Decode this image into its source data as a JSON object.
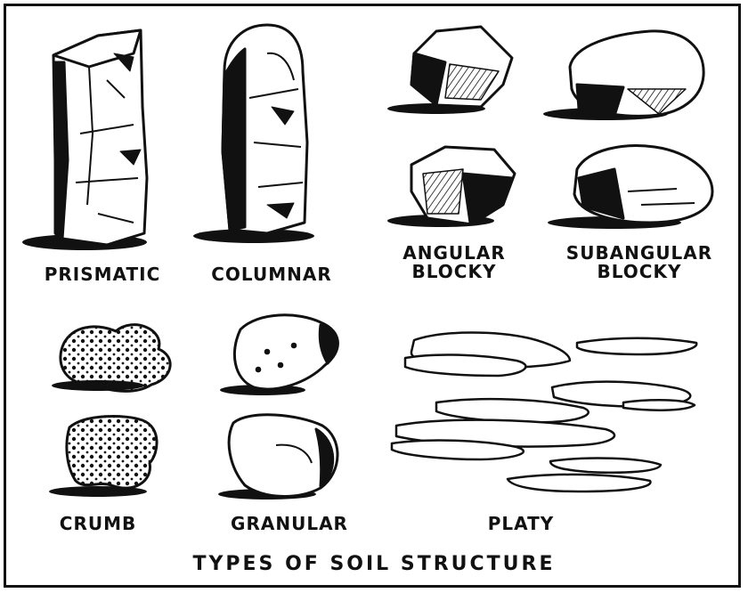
{
  "title": "TYPES OF SOIL STRUCTURE",
  "structures": {
    "prismatic": "PRISMATIC",
    "columnar": "COLUMNAR",
    "angular_blocky": [
      "ANGULAR",
      "BLOCKY"
    ],
    "subangular_blocky": [
      "SUBANGULAR",
      "BLOCKY"
    ],
    "crumb": "CRUMB",
    "granular": "GRANULAR",
    "platy": "PLATY"
  }
}
